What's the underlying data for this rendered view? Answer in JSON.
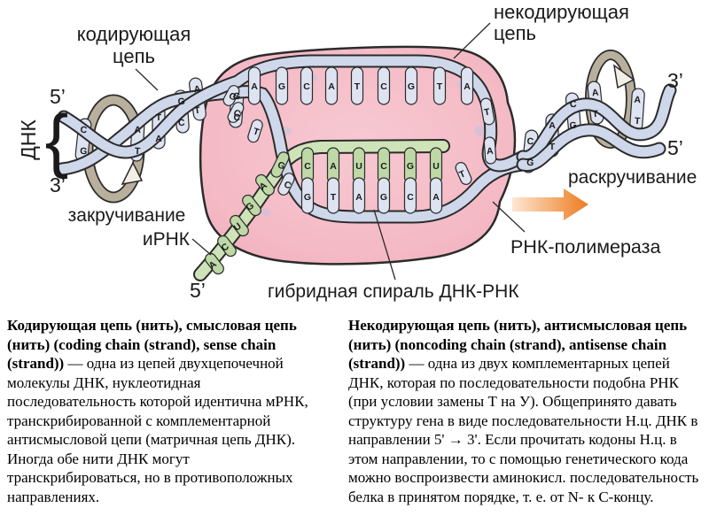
{
  "diagram": {
    "labels": {
      "coding_chain_line1": "кодирующая",
      "coding_chain_line2": "цепь",
      "noncoding_chain_line1": "некодирующая",
      "noncoding_chain_line2": "цепь",
      "dna": "ДНК",
      "five_prime_left": "5’",
      "three_prime_left": "3’",
      "twisting": "закручивание",
      "mrna": "иРНК",
      "five_prime_rna": "5’",
      "hybrid_helix": "гибридная спираль ДНК-РНК",
      "rna_polymerase": "РНК-полимераза",
      "unwinding": "раскручивание",
      "three_prime_right": "3’",
      "five_prime_right": "5’"
    },
    "sequences": {
      "left_helix_pairs": [
        [
          "C",
          "G"
        ],
        [
          "A",
          "T"
        ],
        [
          "T",
          "A"
        ],
        [
          "G",
          "C"
        ],
        [
          "A",
          "T"
        ],
        [
          "G",
          "C"
        ]
      ],
      "noncoding_strand_top": [
        "A",
        "G",
        "C",
        "A",
        "T",
        "C",
        "G",
        "T",
        "A"
      ],
      "noncoding_strand_descent": [
        "T",
        "A"
      ],
      "template_entry": [
        "G",
        "C"
      ],
      "template_entry_dangling": [
        "T"
      ],
      "hybrid_first_pair": [
        "G",
        "C"
      ],
      "hybrid_rna": [
        "C",
        "A",
        "U",
        "C",
        "G",
        "U"
      ],
      "hybrid_dna": [
        "G",
        "T",
        "A",
        "G",
        "C",
        "A"
      ],
      "template_exit_dangling": [
        "T"
      ],
      "rna_tail": [
        "A",
        "G",
        "U",
        "C",
        "A"
      ],
      "right_helix_pairs": [
        [
          "C",
          "G"
        ],
        [
          "A",
          "T"
        ],
        [
          "C",
          "G"
        ],
        [
          "A",
          "T"
        ],
        [
          "A",
          "T"
        ]
      ]
    }
  },
  "definitions": {
    "left": {
      "bold": "Кодирующая цепь (нить), смысловая цепь (нить) (coding chain (strand), sense chain (strand)) ",
      "text": "— одна из цепей двухцепочечной молекулы ДНК, нуклеотидная последовательность которой идентична мРНК, транскрибированной с комплементарной антисмысловой цепи (матричная цепь ДНК). Иногда обе нити ДНК могут транскрибироваться, но в противоположных направлениях."
    },
    "right": {
      "bold": "Некодирующая цепь (нить), антисмысловая цепь (нить) (noncoding chain (strand), antisense chain (strand)) ",
      "text": " — одна из двух комплементарных цепей ДНК, которая по последовательности подобна РНК (при условии замены Т на У). Общепринято давать структуру гена в виде последовательности Н.ц. ДНК в направлении 5' → 3'. Если прочитать кодоны Н.ц. в этом направлении, то с помощью генетического кода можно воспроизвести аминокисл. последовательность белка в принятом порядке, т. е. от N- к C-концу."
    }
  },
  "colors": {
    "polymerase_pink": "#f4b9c5",
    "polymerase_pink_light": "#f7c9d2",
    "polymerase_pink_dark": "#eda6b6",
    "dna_strand": "#cfd7ea",
    "dna_capsule": "#dee3f1",
    "dna_letter": "#222222",
    "rna_strand": "#cfe3b8",
    "rna_capsule": "#bed8a6",
    "rna_letter": "#1d3a0f",
    "outline": "#2b2b2b",
    "rotation_arrow_grey": "#b9af9d",
    "arrow_orange": "#ee7b1f",
    "arrow_orange_light": "#fce7d2"
  }
}
